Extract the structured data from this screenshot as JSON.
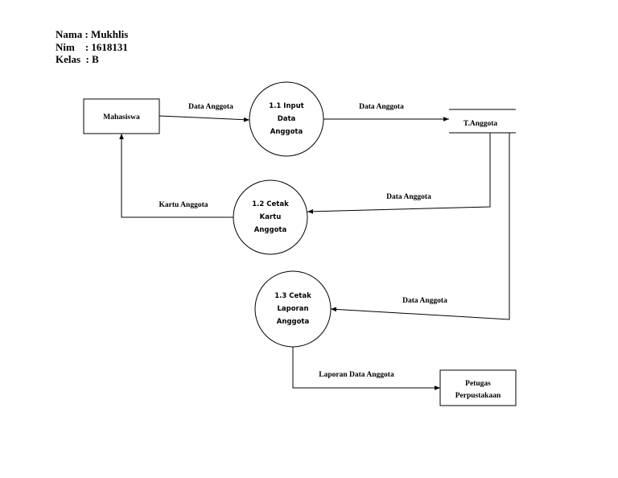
{
  "header": {
    "nama": "Nama : Mukhlis",
    "nim": "Nim    : 1618131",
    "kelas": "Kelas  : B"
  },
  "entities": {
    "mahasiswa": "Mahasiswa",
    "petugas_line1": "Petugas",
    "petugas_line2": "Perpustakaan"
  },
  "datastore": {
    "label": "T.Anggota"
  },
  "processes": {
    "p1": [
      "1.1 Input",
      "Data",
      "Anggota"
    ],
    "p2": [
      "1.2 Cetak",
      "Kartu",
      "Anggota"
    ],
    "p3": [
      "1.3 Cetak",
      "Laporan",
      "Anggota"
    ]
  },
  "flows": {
    "mahasiswa_to_p1": "Data Anggota",
    "p1_to_store": "Data Anggota",
    "store_to_p2": "Data Anggota",
    "p2_to_mahasiswa": "Kartu Anggota",
    "store_to_p3": "Data Anggota",
    "p3_to_petugas": "Laporan Data Anggota"
  },
  "colors": {
    "stroke": "#000000",
    "background": "#ffffff"
  }
}
